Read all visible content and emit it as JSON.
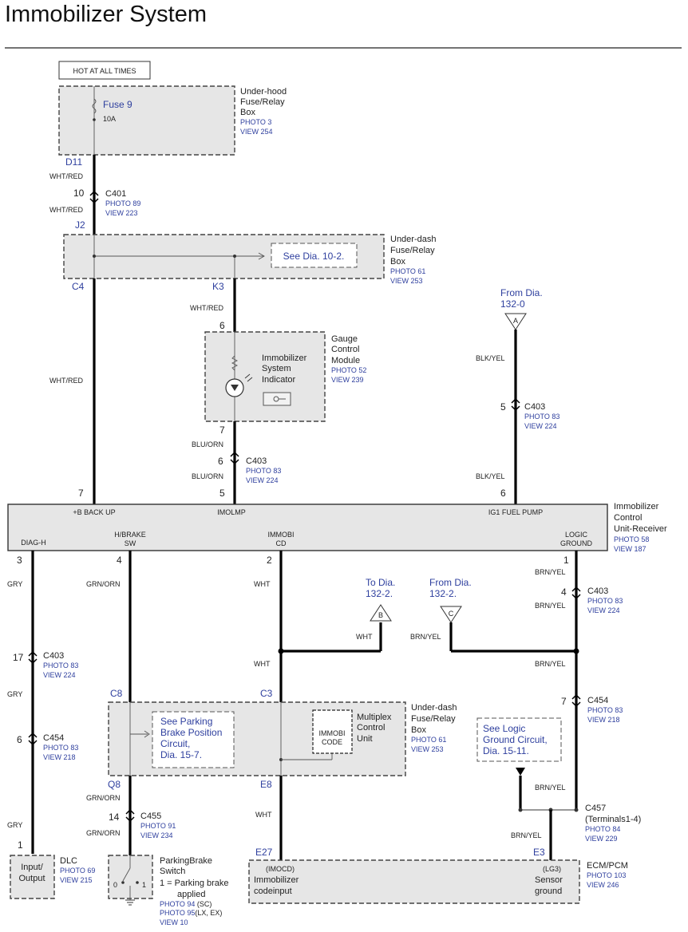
{
  "title": "Immobilizer System",
  "hot": "HOT AT ALL TIMES",
  "uhfuse": {
    "l1": "Under-hood",
    "l2": "Fuse/Relay",
    "l3": "Box",
    "p1": "PHOTO 3",
    "p2": "VIEW 254",
    "fuse": "Fuse 9",
    "amp": "10A"
  },
  "udfuse": {
    "l1": "Under-dash",
    "l2": "Fuse/Relay",
    "l3": "Box",
    "p1": "PHOTO 61",
    "p2": "VIEW 253",
    "see": "See Dia.  10-2."
  },
  "c401": {
    "name": "C401",
    "p1": "PHOTO 89",
    "p2": "VIEW 223"
  },
  "gauge": {
    "l1": "Gauge",
    "l2": "Control",
    "l3": "Module",
    "p1": "PHOTO 52",
    "p2": "VIEW 239",
    "ind1": "Immobilizer",
    "ind2": "System",
    "ind3": "Indicator"
  },
  "from1": {
    "l1": "From Dia.",
    "l2": "132-0",
    "tri": "A"
  },
  "c403a": {
    "name": "C403",
    "p1": "PHOTO 83",
    "p2": "VIEW 224"
  },
  "c403b": {
    "name": "C403",
    "p1": "PHOTO 83",
    "p2": "VIEW 224"
  },
  "c403c": {
    "name": "C403",
    "p1": "PHOTO 83",
    "p2": "VIEW 224"
  },
  "c403d": {
    "name": "C403",
    "p1": "PHOTO 83",
    "p2": "VIEW 224"
  },
  "unit": {
    "l1": "Immobilizer",
    "l2": "Control",
    "l3": "Unit-Receiver",
    "p1": "PHOTO 58",
    "p2": "VIEW 187",
    "top1": "+B BACK UP",
    "top2": "IMOLMP",
    "top3": "IG1 FUEL PUMP",
    "b1": "DIAG-H",
    "b2a": "H/BRAKE",
    "b2b": "SW",
    "b3a": "IMMOBI",
    "b3b": "CD",
    "b4a": "LOGIC",
    "b4b": "GROUND"
  },
  "todia": {
    "l1": "To Dia.",
    "l2": "132-2.",
    "tri": "B"
  },
  "fromdia": {
    "l1": "From Dia.",
    "l2": "132-2.",
    "tri": "C"
  },
  "c454a": {
    "name": "C454",
    "p1": "PHOTO 83",
    "p2": "VIEW 218"
  },
  "c454b": {
    "name": "C454",
    "p1": "PHOTO 83",
    "p2": "VIEW 218"
  },
  "ud2": {
    "l1": "Under-dash",
    "l2": "Fuse/Relay",
    "l3": "Box",
    "p1": "PHOTO 61",
    "p2": "VIEW 253",
    "see1": "See Parking",
    "see2": "Brake Position",
    "see3": "Circuit,",
    "see4": "Dia.  15-7.",
    "mpx1": "Multiplex",
    "mpx2": "Control",
    "mpx3": "Unit",
    "ic1": "IMMOBI",
    "ic2": "CODE"
  },
  "logic": {
    "l1": "See Logic",
    "l2": "Ground Circuit,",
    "l3": "Dia.  15-11."
  },
  "c455": {
    "name": "C455",
    "p1": "PHOTO 91",
    "p2": "VIEW 234"
  },
  "c457": {
    "name": "C457",
    "sub": "(Terminals1-4)",
    "p1": "PHOTO 84",
    "p2": "VIEW 229"
  },
  "dlc": {
    "l1": "Input/",
    "l2": "Output",
    "name": "DLC",
    "p1": "PHOTO 69",
    "p2": "VIEW 215"
  },
  "pbs": {
    "l1": "ParkingBrake",
    "l2": "Switch",
    "l3": "1 = Parking brake",
    "l4": "applied",
    "p1": "PHOTO 94",
    "p1b": "(SC)",
    "p2": "PHOTO 95",
    "p2b": "(LX, EX)",
    "p3": "VIEW 10",
    "s0": "0",
    "s1": "1"
  },
  "ecm": {
    "name": "ECM/PCM",
    "p1": "PHOTO 103",
    "p2": "VIEW 246",
    "a1": "(IMOCD)",
    "a2": "Immobilizer",
    "a3": "codeinput",
    "b1": "(LG3)",
    "b2": "Sensor",
    "b3": "ground"
  },
  "wires": {
    "whtred": "WHT/RED",
    "blkyel": "BLK/YEL",
    "bluorn": "BLU/ORN",
    "gry": "GRY",
    "grnorn": "GRN/ORN",
    "wht": "WHT",
    "brnyel": "BRN/YEL"
  },
  "pins": {
    "d11": "D11",
    "j2": "J2",
    "c4": "C4",
    "k3": "K3",
    "c8": "C8",
    "c3": "C3",
    "q8": "Q8",
    "e8": "E8",
    "e27": "E27",
    "e3": "E3",
    "n10": "10",
    "n7": "7",
    "n6a": "6",
    "n7b": "7",
    "n6b": "6",
    "n5a": "5",
    "n5b": "5",
    "n6c": "6",
    "n3": "3",
    "n4": "4",
    "n2": "2",
    "n1": "1",
    "n4b": "4",
    "n17": "17",
    "n6d": "6",
    "n7c": "7",
    "n14": "14",
    "n1b": "1"
  }
}
